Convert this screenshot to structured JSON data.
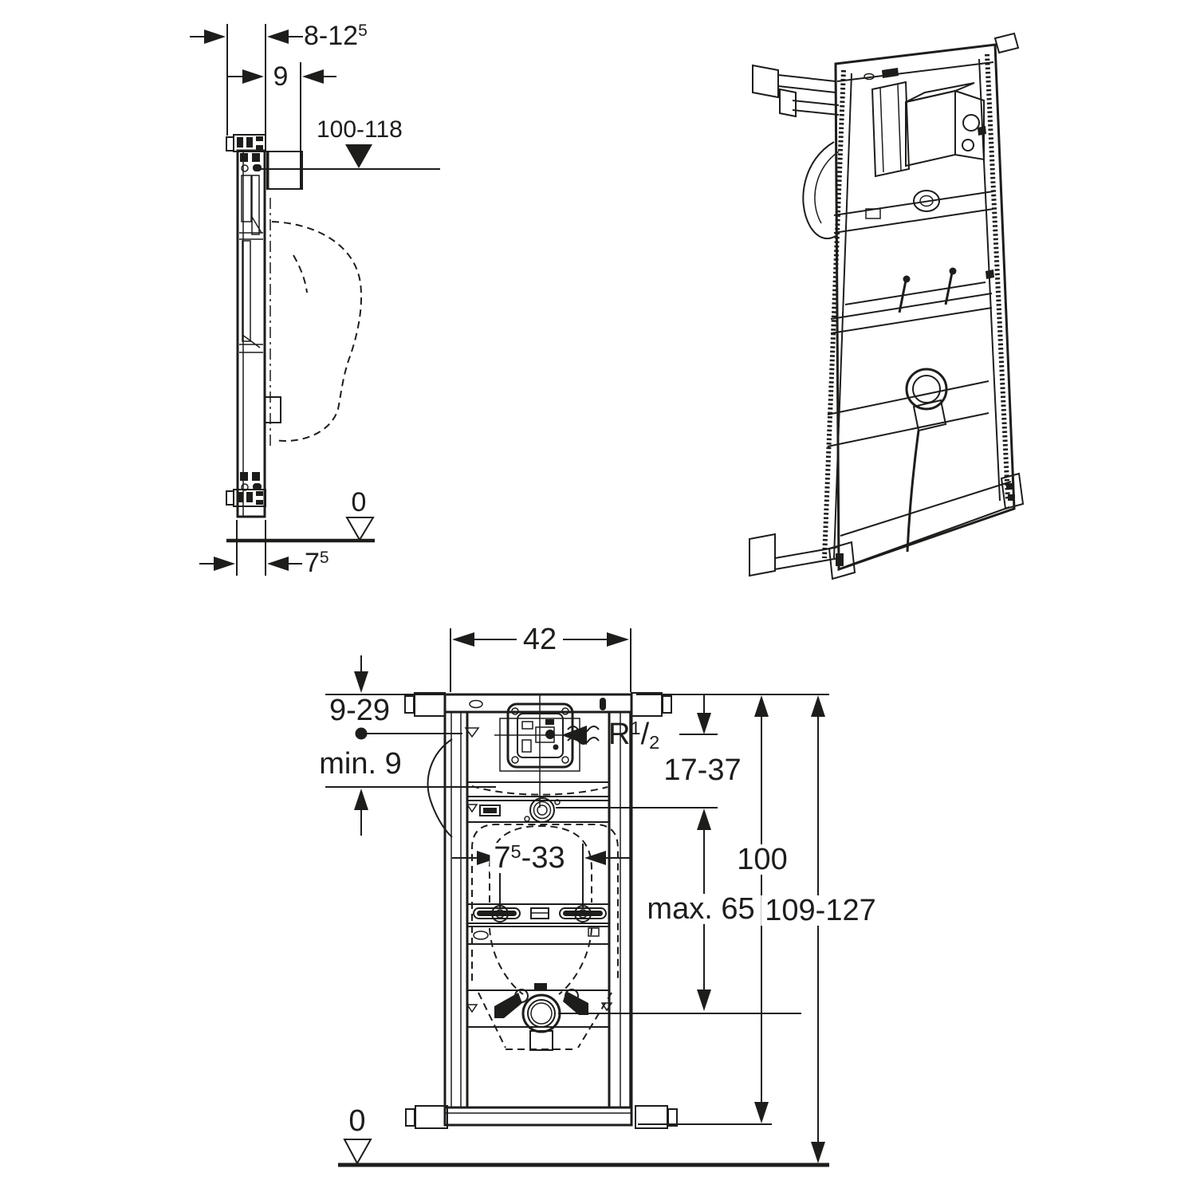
{
  "drawing": {
    "ink": "#1d1d1b",
    "background": "#ffffff",
    "views": {
      "side": {
        "name": "Side view of installation frame",
        "wall_distance_main": "8-12",
        "wall_distance_sup": "5",
        "duct_depth": "9",
        "connection_height": "100-118",
        "floor_level": "0",
        "profile_depth_main": "7",
        "profile_depth_sup": "5"
      },
      "front": {
        "name": "Front view of installation frame",
        "frame_width": "42",
        "supply_height_range": "9-29",
        "min_depth": "min. 9",
        "water_supply_r": "R",
        "water_supply_sup": "1",
        "water_supply_slash": "/",
        "water_supply_sub": "2",
        "supply_offset_range": "17-37",
        "fixing_range_main": "7",
        "fixing_range_sup": "5",
        "fixing_range_rest": "-33",
        "outlet_max": "max. 65",
        "frame_height": "100",
        "installation_height": "109-127",
        "floor_level": "0"
      },
      "isometric": {
        "name": "Isometric view of installation frame"
      }
    }
  }
}
